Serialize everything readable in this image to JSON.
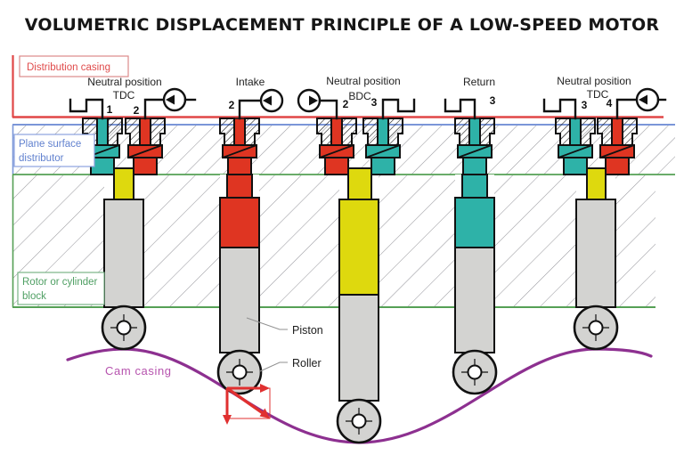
{
  "title": "VOLUMETRIC DISPLACEMENT PRINCIPLE OF A LOW-SPEED MOTOR",
  "casing_labels": {
    "distribution": "Distribution casing",
    "distributor_line1": "Plane surface",
    "distributor_line2": "distributor",
    "rotor_line1": "Rotor or cylinder",
    "rotor_line2": "block",
    "cam": "Cam casing"
  },
  "part_labels": {
    "piston": "Piston",
    "roller": "Roller"
  },
  "positions": [
    {
      "line1": "Neutral position",
      "line2": "TDC",
      "ports": [
        "1",
        "2"
      ]
    },
    {
      "line1": "Intake",
      "line2": "",
      "ports": [
        "2"
      ]
    },
    {
      "line1": "Neutral position",
      "line2": "BDC",
      "ports": [
        "2",
        "3"
      ]
    },
    {
      "line1": "Return",
      "line2": "",
      "ports": [
        "3"
      ]
    },
    {
      "line1": "Neutral position",
      "line2": "TDC",
      "ports": [
        "3",
        "4"
      ]
    }
  ],
  "colors": {
    "red_component": "#df3522",
    "teal_component": "#2eb2a8",
    "yellow_component": "#ded90e",
    "gray_piston": "#d3d3d1",
    "white_bore": "#ffffff",
    "cam_purple": "#8d3090",
    "distribution_red": "#e04747",
    "distributor_blue": "#7b96d8",
    "rotor_green": "#55a055",
    "label_red": "#e04b4b",
    "label_red_border": "#dd8a8a",
    "label_blue": "#6282cf",
    "label_blue_border": "#8ba2de",
    "label_green": "#4f9f63",
    "label_green_border": "#7ab387",
    "cam_label_purple": "#b653ae",
    "force_red": "#e03030"
  }
}
